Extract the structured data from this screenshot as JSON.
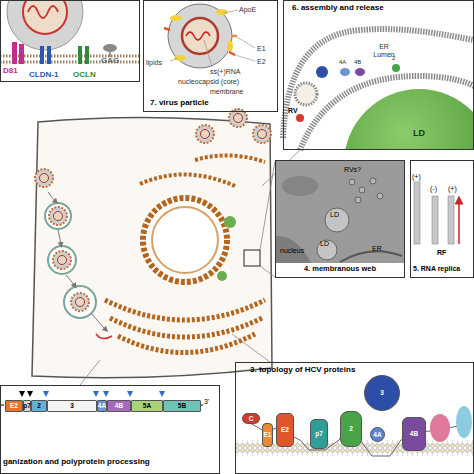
{
  "diagram": {
    "nodes": [
      {
        "text": [
          "D81",
          "CLDN-1",
          "OCLN",
          "GAG"
        ]
      },
      {
        "text": [
          "ApoE",
          "E1",
          "E2",
          "lipids",
          "ss(+)RNA",
          "nucleocapsid (core)",
          "membrane",
          "7. virus particle"
        ]
      },
      {
        "text": [
          "6. assembly and release",
          "ER Lumen",
          "RV",
          "4A",
          "4B",
          "2"
        ]
      },
      {
        "text": [
          "LD"
        ],
        "in": 2
      },
      {
        "text": [
          "RVs?",
          "LD",
          "LD",
          "nucleus",
          "ER",
          "4. membranous web"
        ]
      },
      {
        "text": [
          "(+)",
          "(-)",
          "(+)",
          "RF",
          "5. RNA replica"
        ]
      },
      {
        "text": [
          "3'",
          "ganization and polyprotein processing"
        ]
      },
      {
        "text": [
          "E2"
        ],
        "in": 6
      },
      {
        "text": [
          "p7"
        ],
        "in": 6
      },
      {
        "text": [
          "2"
        ],
        "in": 6
      },
      {
        "text": [
          "3"
        ],
        "in": 6
      },
      {
        "text": [
          "4A"
        ],
        "in": 6
      },
      {
        "text": [
          "4B"
        ],
        "in": 6
      },
      {
        "text": [
          "5A"
        ],
        "in": 6
      },
      {
        "text": [
          "5B"
        ],
        "in": 6
      },
      {
        "text": [
          "3. topology of HCV proteins"
        ]
      },
      {
        "text": [
          "C"
        ],
        "in": 15
      },
      {
        "text": [
          "E1"
        ],
        "in": 15
      },
      {
        "text": [
          "E2"
        ],
        "in": 15
      },
      {
        "text": [
          "p7"
        ],
        "in": 15
      },
      {
        "text": [
          "2"
        ],
        "in": 15
      },
      {
        "text": [
          "3"
        ],
        "in": 15
      },
      {
        "text": [
          "4A"
        ],
        "in": 15
      },
      {
        "text": [
          "4B"
        ],
        "in": 15
      }
    ]
  }
}
